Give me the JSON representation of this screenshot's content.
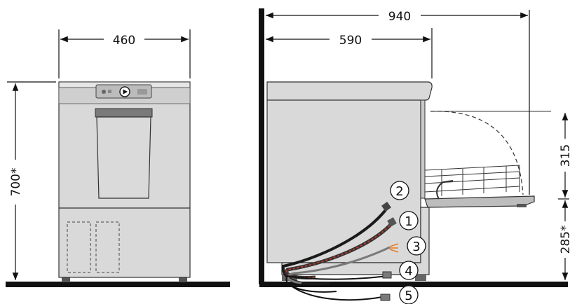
{
  "dimensions": {
    "front_width": "460",
    "front_height": "700*",
    "side_depth_total": "940",
    "side_depth_body": "590",
    "door_height": "315",
    "plinth_height": "285*"
  },
  "callouts": [
    "1",
    "2",
    "3",
    "4",
    "5"
  ],
  "colors": {
    "body": "#d9d9d9",
    "body_dark": "#bdbdbd",
    "line": "#111111",
    "hose_dark": "#1a1a1a",
    "hose_red": "#c0392b",
    "hose_gray": "#7a7a7a",
    "accent_orange": "#e67e22"
  }
}
